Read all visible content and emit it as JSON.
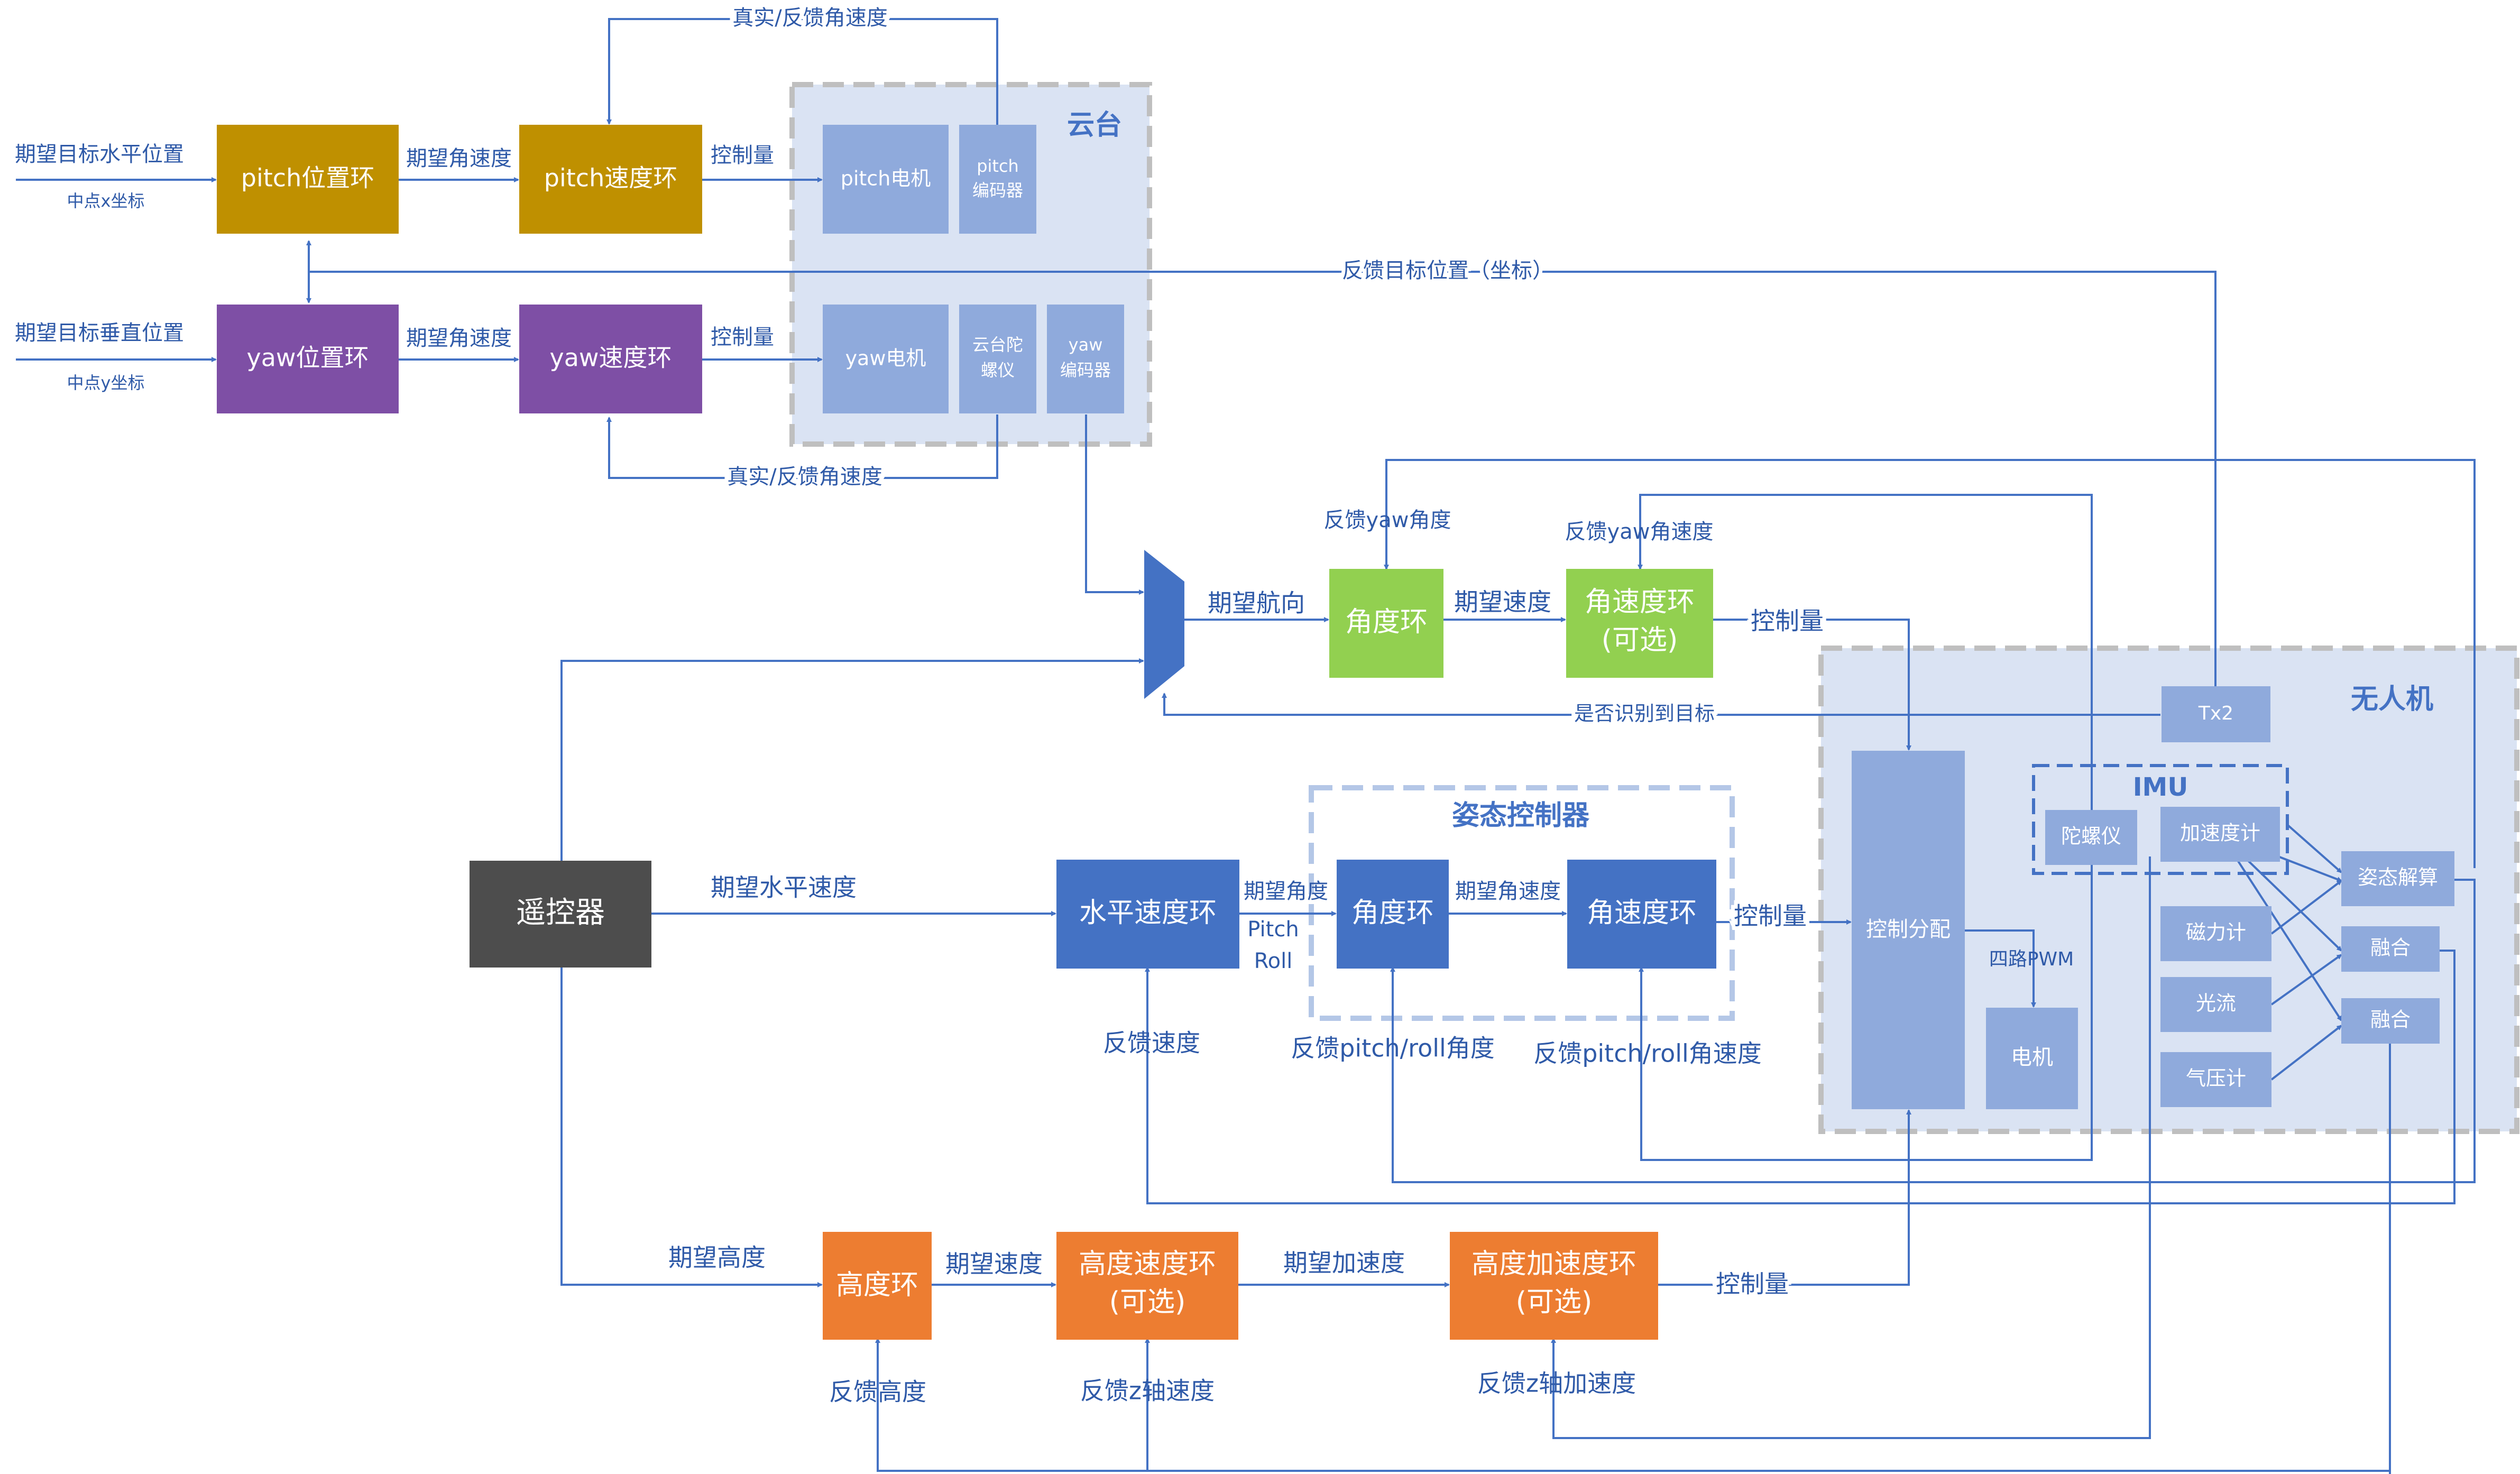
{
  "colors": {
    "pitch_block": "#bf9000",
    "yaw_block": "#7e4fa5",
    "attitude_block": "#4472c4",
    "green_block": "#92d050",
    "orange_block": "#ed7d31",
    "remote_block": "#4d4d4d",
    "device_block": "#8faadc",
    "region_fill": "#dae3f3",
    "region_border": "#bfbfbf",
    "line": "#4472c4",
    "label_text": "#2f5aa8"
  },
  "regions": {
    "gimbal_title": "云台",
    "drone_title": "无人机",
    "attitude_title": "姿态控制器",
    "imu_title": "IMU"
  },
  "blocks": {
    "pitch_pos": "pitch位置环",
    "pitch_speed": "pitch速度环",
    "yaw_pos": "yaw位置环",
    "yaw_speed": "yaw速度环",
    "pitch_motor": "pitch电机",
    "pitch_encoder_1": "pitch",
    "pitch_encoder_2": "编码器",
    "yaw_motor": "yaw电机",
    "gimbal_gyro_1": "云台陀",
    "gimbal_gyro_2": "螺仪",
    "yaw_encoder_1": "yaw",
    "yaw_encoder_2": "编码器",
    "angle_loop_top": "角度环",
    "angvel_loop_top_1": "角速度环",
    "angvel_loop_top_2": "(可选)",
    "remote": "遥控器",
    "horiz_speed": "水平速度环",
    "angle_loop": "角度环",
    "angvel_loop": "角速度环",
    "height_loop": "高度环",
    "height_speed_1": "高度速度环",
    "height_speed_2": "(可选)",
    "height_acc_1": "高度加速度环",
    "height_acc_2": "(可选)",
    "control_alloc": "控制分配",
    "motor": "电机",
    "tx2": "Tx2",
    "gyro": "陀螺仪",
    "accel": "加速度计",
    "attitude_solve": "姿态解算",
    "magnetometer": "磁力计",
    "optical_flow": "光流",
    "barometer": "气压计",
    "fusion_1": "融合",
    "fusion_2": "融合"
  },
  "labels": {
    "target_horizontal": "期望目标水平位置",
    "center_x": "中点x坐标",
    "target_vertical": "期望目标垂直位置",
    "center_y": "中点y坐标",
    "desired_angvel_pitch": "期望角速度",
    "desired_angvel_yaw": "期望角速度",
    "control_pitch": "控制量",
    "control_yaw": "控制量",
    "real_feedback_top": "真实/反馈角速度",
    "real_feedback_bottom": "真实/反馈角速度",
    "feedback_target_pos": "反馈目标位置（坐标）",
    "feedback_yaw_angle": "反馈yaw角度",
    "feedback_yaw_angvel": "反馈yaw角速度",
    "desired_heading": "期望航向",
    "desired_speed_top": "期望速度",
    "control_top": "控制量",
    "target_detected": "是否识别到目标",
    "desired_horizontal_speed": "期望水平速度",
    "desired_angle": "期望角度",
    "pitch_word": "Pitch",
    "roll_word": "Roll",
    "desired_angvel_mid": "期望角速度",
    "control_mid": "控制量",
    "four_pwm": "四路PWM",
    "feedback_speed": "反馈速度",
    "feedback_pr_angle": "反馈pitch/roll角度",
    "feedback_pr_angvel": "反馈pitch/roll角速度",
    "desired_height": "期望高度",
    "desired_speed_bottom": "期望速度",
    "desired_acc": "期望加速度",
    "control_bottom": "控制量",
    "feedback_height": "反馈高度",
    "feedback_z_speed": "反馈z轴速度",
    "feedback_z_acc": "反馈z轴加速度"
  }
}
